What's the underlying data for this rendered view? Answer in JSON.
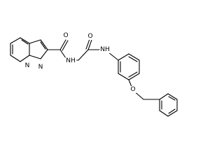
{
  "molecule": {
    "labels": {
      "n_bridge": "N",
      "n_pyrazole": "N",
      "o_amide1": "O",
      "nh_amide1": "NH",
      "o_amide2": "O",
      "nh_amide2": "NH",
      "o_ether": "O"
    }
  }
}
